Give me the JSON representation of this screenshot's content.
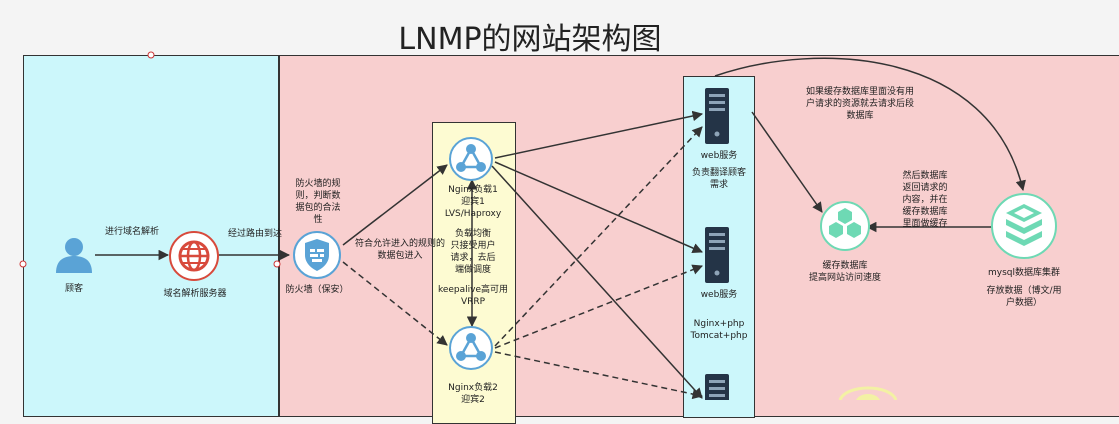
{
  "title": "LNMP的网站架构图",
  "nodes": {
    "customer": "顾客",
    "dns_server": "域名解析服务器",
    "firewall": "防火墙（保安）",
    "nginx1": [
      "Nginx负载1",
      "迎宾1",
      "LVS/Haproxy"
    ],
    "nginx2": [
      "Nginx负载2",
      "迎宾2"
    ],
    "web1": [
      "web服务",
      "负责翻译顾客",
      "需求"
    ],
    "web2": [
      "web服务",
      "Nginx+php",
      "Tomcat+php"
    ],
    "cache_db": [
      "缓存数据库",
      "提高网站访问速度"
    ],
    "mysql_cluster": [
      "mysql数据库集群",
      "存放数据（博文/用",
      "户数据）"
    ]
  },
  "annotations": {
    "domain_resolve": "进行域名解析",
    "route_to": "经过路由到达",
    "firewall_rules": [
      "防火墙的规",
      "则，判断数",
      "据包的合法",
      "性"
    ],
    "allowed_packets": [
      "符合允许进入的规则的",
      "数据包进入"
    ],
    "load_balance": [
      "负载均衡",
      "只接受用户",
      "请求，去后",
      "端做调度"
    ],
    "keepalive": [
      "keepalive高可用",
      "VRRP"
    ],
    "cache_miss": [
      "如果缓存数据库里面没有用",
      "户请求的资源就去请求后段",
      "数据库"
    ],
    "cache_back": [
      "然后数据库",
      "返回请求的",
      "内容，并在",
      "缓存数据库",
      "里面做缓存"
    ]
  },
  "colors": {
    "zone_client": "#ccf7fb",
    "zone_server": "#f8cfcf",
    "column_lb": "#fdfbd2",
    "column_web": "#ccf7fb",
    "node_blue": "#5aa3d6",
    "node_red": "#d84a3c",
    "node_green": "#6ed9b4",
    "server_dark": "#243447",
    "arrow": "#333333",
    "border": "#333333"
  }
}
